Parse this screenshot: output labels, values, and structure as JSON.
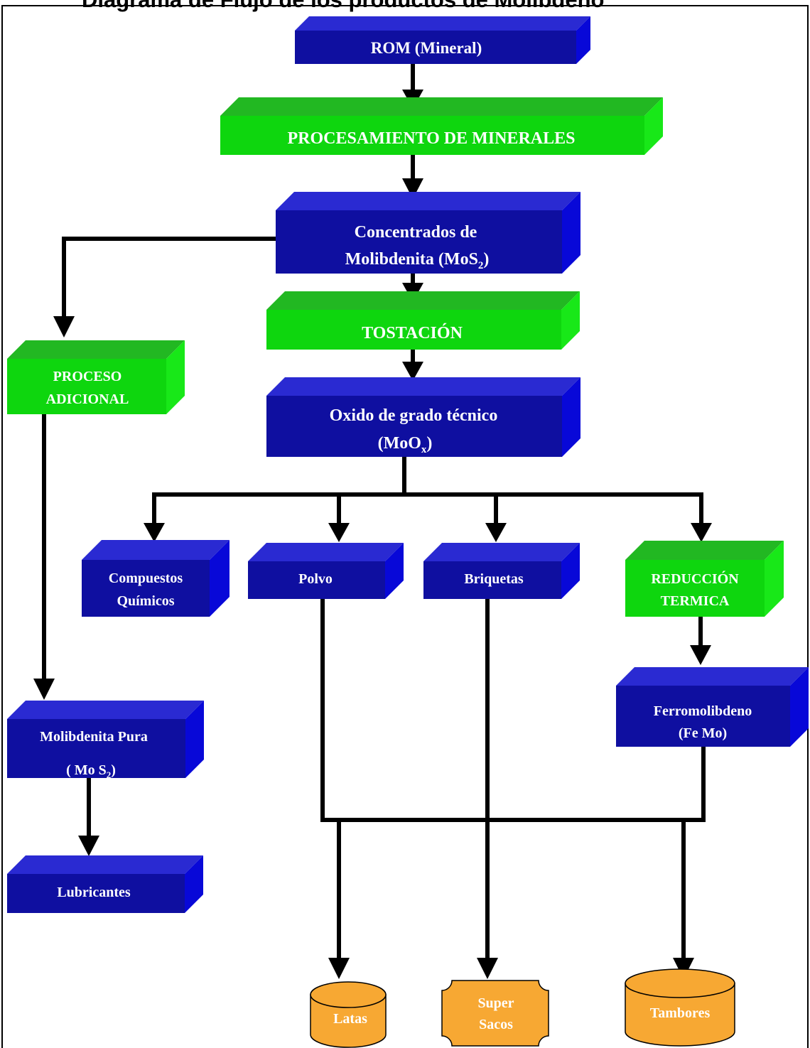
{
  "caption": {
    "title": "Diagrama de Flujo de los productos de Molibdeno"
  },
  "colors": {
    "blue_front": "#0f0fa0",
    "blue_top": "#2a2ad2",
    "blue_side": "#0808d8",
    "green_front": "#0ed60e",
    "green_top": "#22b822",
    "green_side": "#18e818",
    "orange": "#f7a833"
  },
  "nodes": {
    "rom": {
      "label": "ROM (Mineral)"
    },
    "procesamiento": {
      "label": "PROCESAMIENTO DE MINERALES"
    },
    "concentrados": {
      "line1": "Concentrados de",
      "line2": "Molibdenita (MoS",
      "sub": "2",
      "close": ")"
    },
    "tostacion": {
      "label": "TOSTACIÓN"
    },
    "proceso_adicional": {
      "line1": "PROCESO",
      "line2": "ADICIONAL"
    },
    "oxido": {
      "line1": "Oxido de grado técnico",
      "line2": "(MoO",
      "sub": "x",
      "close": ")"
    },
    "compuestos": {
      "line1": "Compuestos",
      "line2": "Químicos"
    },
    "polvo": {
      "label": "Polvo"
    },
    "briquetas": {
      "label": "Briquetas"
    },
    "reduccion": {
      "line1": "REDUCCIÓN",
      "line2": "TERMICA"
    },
    "ferromolibdeno": {
      "line1": "Ferromolibdeno",
      "line2": "(Fe Mo)"
    },
    "molibdenita_pura": {
      "line1": "Molibdenita Pura",
      "line2": "( Mo S",
      "sub": "2",
      "close": ")"
    },
    "lubricantes": {
      "label": "Lubricantes"
    },
    "latas": {
      "label": "Latas"
    },
    "super_sacos": {
      "line1": "Super",
      "line2": "Sacos"
    },
    "tambores": {
      "label": "Tambores"
    }
  }
}
